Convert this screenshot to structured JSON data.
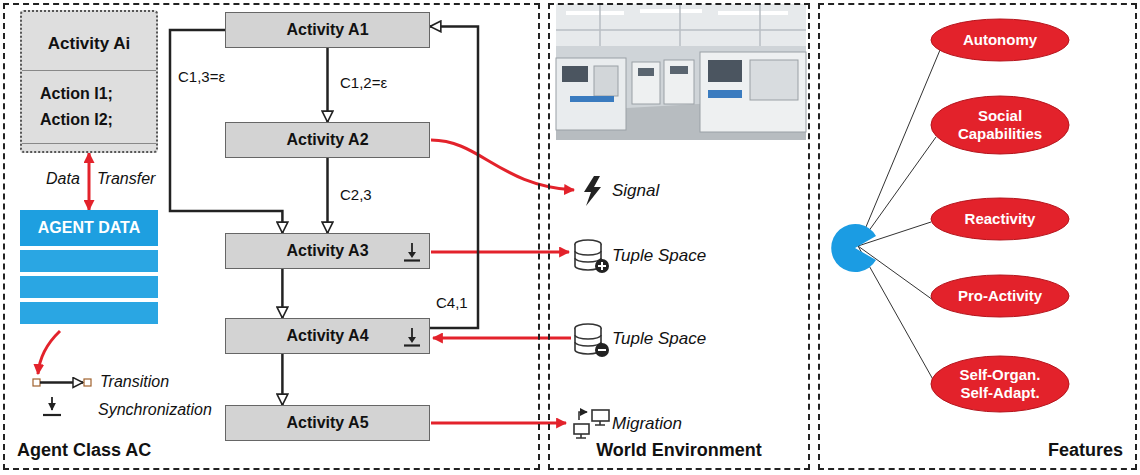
{
  "diagram": {
    "nodes": [
      {
        "text": [
          "Agent Class AC"
        ]
      },
      {
        "text": [
          "Activity Ai",
          "Action I1;",
          "Action I2;"
        ],
        "in": 0
      },
      {
        "text": [
          "AGENT DATA"
        ],
        "in": 0
      },
      {
        "text": [
          "Activity A1"
        ],
        "in": 0
      },
      {
        "text": [
          "Activity A2"
        ],
        "in": 0
      },
      {
        "text": [
          "Activity A3"
        ],
        "in": 0
      },
      {
        "text": [
          "Activity A4"
        ],
        "in": 0
      },
      {
        "text": [
          "Activity A5"
        ],
        "in": 0
      },
      {
        "text": [
          "World Environment"
        ]
      },
      {
        "text": [
          "Features"
        ]
      },
      {
        "text": [
          "Autonomy"
        ],
        "in": 9
      },
      {
        "text": [
          "Social Capabilities"
        ],
        "in": 9
      },
      {
        "text": [
          "Reactivity"
        ],
        "in": 9
      },
      {
        "text": [
          "Pro-Activity"
        ],
        "in": 9
      },
      {
        "text": [
          "Self-Organ. Self-Adapt."
        ],
        "in": 9
      }
    ],
    "edges": [
      {
        "from": 1,
        "to": 2,
        "arrow": "both"
      },
      {
        "from": 3,
        "to": 4,
        "label": "C1,2=ε",
        "arrow": "to"
      },
      {
        "from": 3,
        "to": 5,
        "label": "C1,3=ε",
        "arrow": "to"
      },
      {
        "from": 4,
        "to": 5,
        "label": "C2,3",
        "arrow": "to"
      },
      {
        "from": 5,
        "to": 6,
        "arrow": "to"
      },
      {
        "from": 6,
        "to": 3,
        "label": "C4,1",
        "arrow": "to"
      },
      {
        "from": 6,
        "to": 7,
        "arrow": "to"
      }
    ],
    "labels": [
      "Data",
      "Transfer",
      "Transition",
      "Synchronization",
      "Signal",
      "Tuple Space",
      "Tuple Space",
      "Migration"
    ]
  }
}
